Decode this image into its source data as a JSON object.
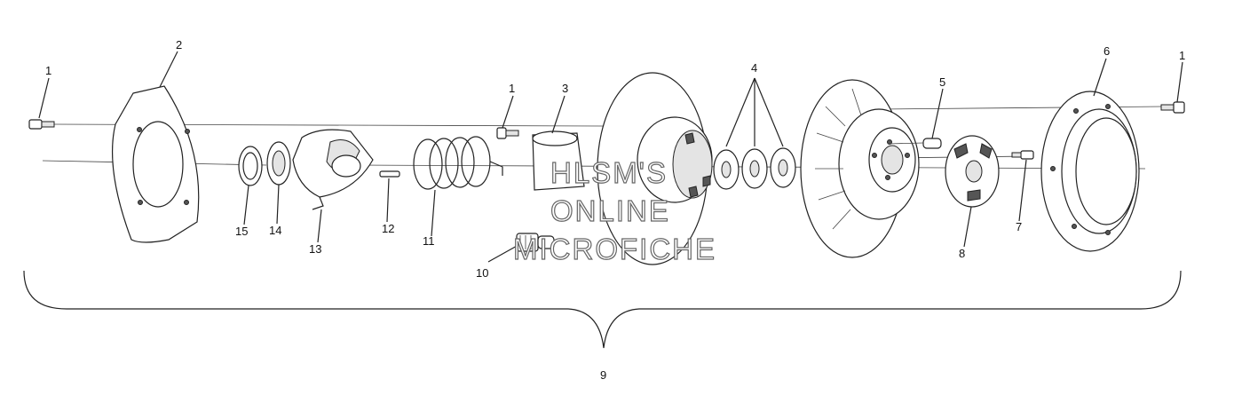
{
  "callouts": [
    {
      "id": "c1a",
      "label": "1"
    },
    {
      "id": "c2",
      "label": "2"
    },
    {
      "id": "c1b",
      "label": "1"
    },
    {
      "id": "c3",
      "label": "3"
    },
    {
      "id": "c4",
      "label": "4"
    },
    {
      "id": "c5",
      "label": "5"
    },
    {
      "id": "c6",
      "label": "6"
    },
    {
      "id": "c1c",
      "label": "1"
    },
    {
      "id": "c15",
      "label": "15"
    },
    {
      "id": "c14",
      "label": "14"
    },
    {
      "id": "c13",
      "label": "13"
    },
    {
      "id": "c12",
      "label": "12"
    },
    {
      "id": "c11",
      "label": "11"
    },
    {
      "id": "c10",
      "label": "10"
    },
    {
      "id": "c8",
      "label": "8"
    },
    {
      "id": "c7",
      "label": "7"
    },
    {
      "id": "c9",
      "label": "9"
    }
  ],
  "watermark": {
    "line1": "HLSM'S",
    "line2": "ONLINE",
    "line3": "MICROFICHE"
  }
}
